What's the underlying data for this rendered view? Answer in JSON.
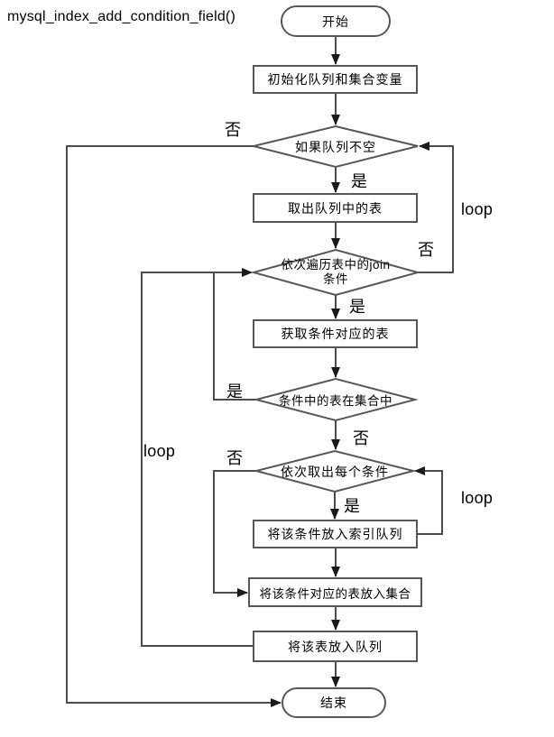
{
  "header": {
    "title": "mysql_index_add_condition_field()"
  },
  "nodes": {
    "start": "开始",
    "init": "初始化队列和集合变量",
    "check_queue": "如果队列不空",
    "dequeue": "取出队列中的表",
    "iterate_join_line1": "依次遍历表中的join",
    "iterate_join_line2": "条件",
    "get_table": "获取条件对应的表",
    "table_in_set": "条件中的表在集合中",
    "each_condition": "依次取出每个条件",
    "push_condition_index": "将该条件放入索引队列",
    "put_table_set": "将该条件对应的表放入集合",
    "enqueue_table": "将该表放入队列",
    "end": "结束"
  },
  "edge_labels": {
    "check_queue_no": "否",
    "check_queue_yes": "是",
    "outer_loop": "loop",
    "iterate_join_no": "否",
    "iterate_join_yes": "是",
    "table_in_set_yes": "是",
    "table_in_set_no": "否",
    "each_condition_no": "否",
    "left_loop": "loop",
    "each_condition_yes": "是",
    "inner_loop": "loop"
  },
  "colors": {
    "background": "#ffffff",
    "shape_border": "#575757",
    "connector": "#4c4c4c",
    "arrowhead": "#1a1a1a",
    "text": "#000000"
  }
}
